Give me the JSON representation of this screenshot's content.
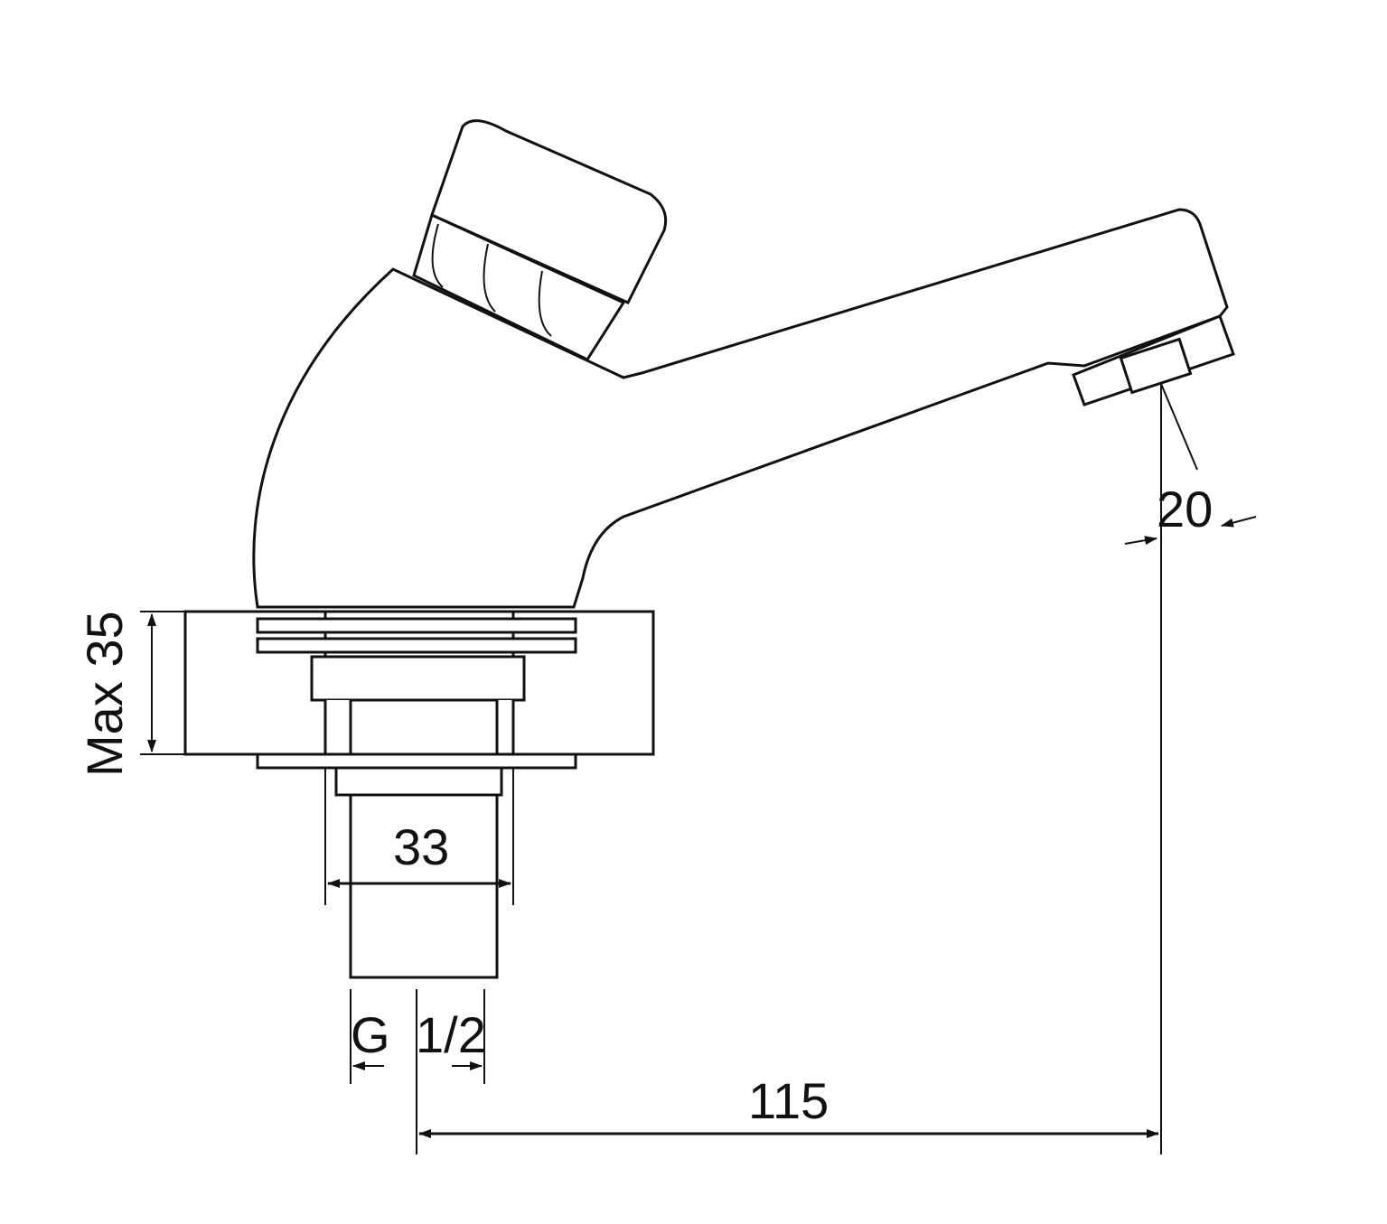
{
  "title": "Self-closing pillar tap dimension drawing",
  "dimensions": {
    "max_thickness": "Max 35",
    "thread_diameter": "33",
    "connection_g": "G",
    "connection_size": "1/2",
    "projection": "115",
    "outlet_height": "20"
  },
  "colors": {
    "line": "#111111",
    "background": "#ffffff"
  }
}
